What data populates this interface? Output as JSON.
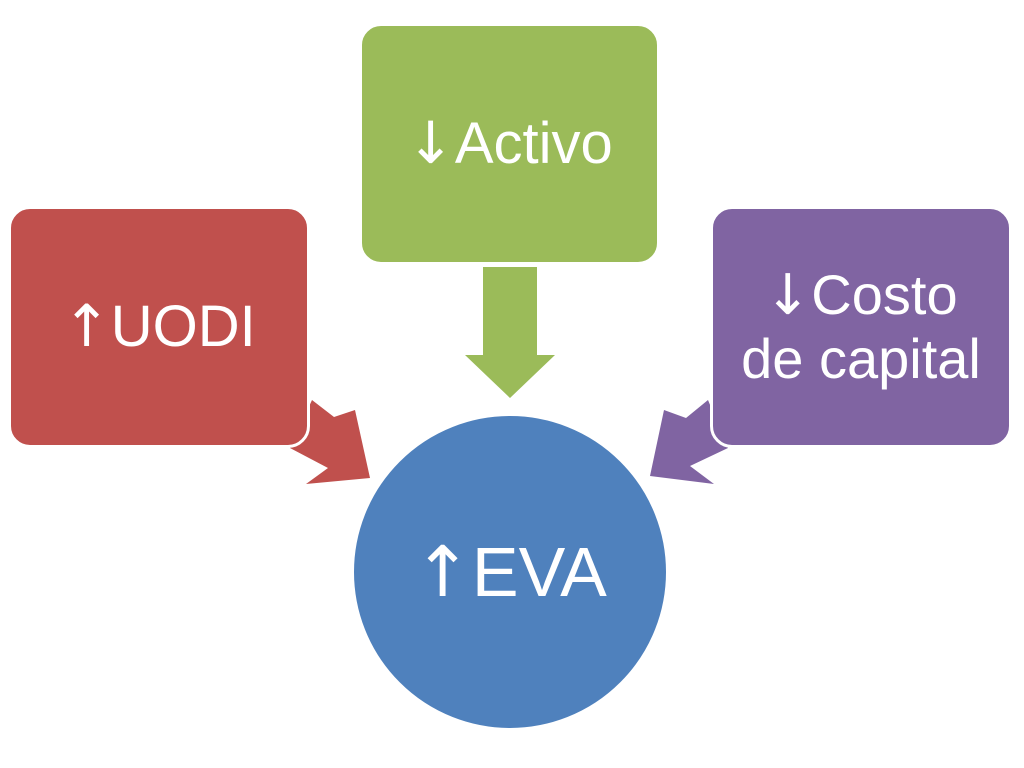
{
  "diagram": {
    "nodes": {
      "activo": {
        "glyph": "↓",
        "label": "Activo",
        "color": "#9BBB59"
      },
      "uodi": {
        "glyph": "↑",
        "label": "UODI",
        "color": "#C0504D"
      },
      "costo": {
        "glyph": "↓",
        "label": "Costo de capital",
        "color": "#8064A2"
      },
      "eva": {
        "glyph": "↑",
        "label": "EVA",
        "color": "#4F81BD"
      }
    },
    "edges": [
      {
        "from": "activo",
        "to": "eva",
        "color": "#9BBB59"
      },
      {
        "from": "uodi",
        "to": "eva",
        "color": "#C0504D"
      },
      {
        "from": "costo",
        "to": "eva",
        "color": "#8064A2"
      }
    ]
  }
}
